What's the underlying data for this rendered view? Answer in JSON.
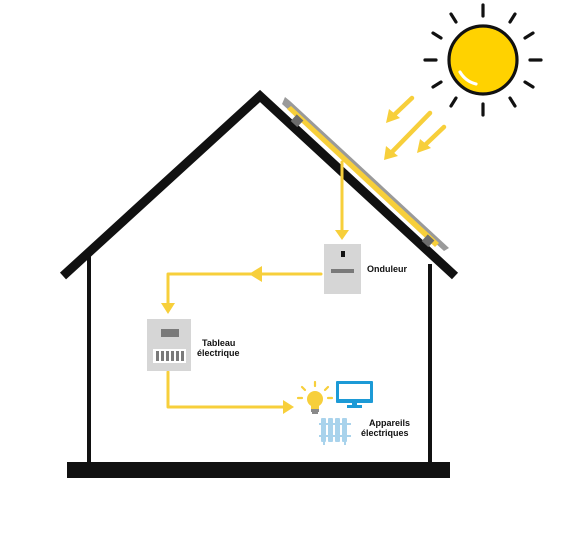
{
  "labels": {
    "inverter": "Onduleur",
    "panel_line1": "Tableau",
    "panel_line2": "électrique",
    "appliances_line1": "Appareils",
    "appliances_line2": "électriques"
  },
  "colors": {
    "house_outline": "#111111",
    "energy_flow": "#f7cf3b",
    "sun": "#ffd200",
    "device_gray": "#d6d6d6",
    "device_dark": "#7a7a7a",
    "tv_blue": "#1c9ad6",
    "radiator_blue": "#a9d3ec"
  },
  "icons": {
    "sun": "sun-icon",
    "solar_panel": "solar-panel-icon",
    "inverter": "inverter-icon",
    "panel": "electrical-panel-icon",
    "bulb": "light-bulb-icon",
    "tv": "tv-icon",
    "radiator": "radiator-icon"
  }
}
